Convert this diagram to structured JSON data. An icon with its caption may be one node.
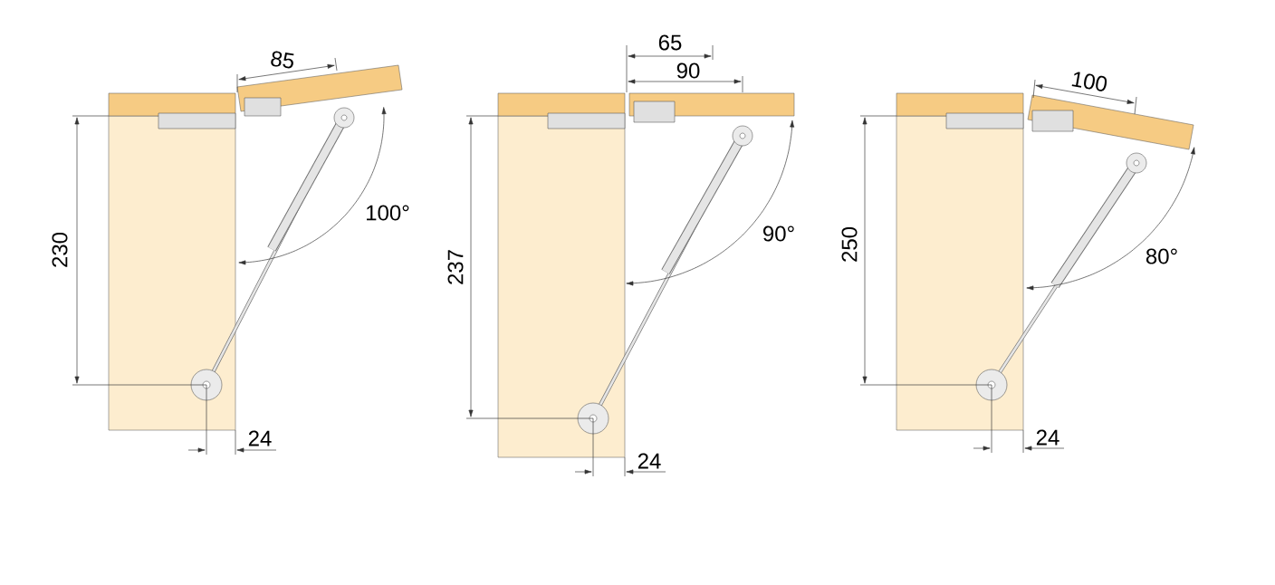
{
  "diagram": {
    "labels": [
      "85",
      "230",
      "100°",
      "24",
      "65",
      "90",
      "237",
      "90°",
      "24",
      "100",
      "250",
      "80°",
      "24"
    ]
  }
}
